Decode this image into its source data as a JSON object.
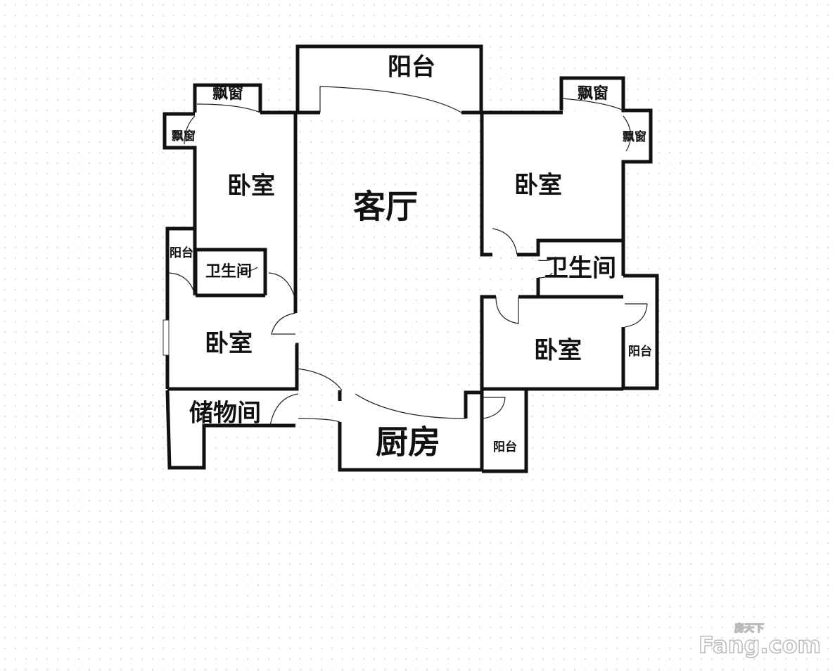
{
  "rooms": {
    "living_room": "客厅",
    "top_balcony": "阳台",
    "bedroom_top_left": "卧室",
    "bay_window_top_left": "飘窗",
    "bay_window_left": "飘窗",
    "balcony_left": "阳台",
    "bathroom_left": "卫生间",
    "bedroom_bottom_left": "卧室",
    "storage": "储物间",
    "kitchen": "厨房",
    "balcony_kitchen": "阳台",
    "bedroom_top_right": "卧室",
    "bay_window_top_right": "飘窗",
    "bay_window_right": "飘窗",
    "bathroom_right": "卫生间",
    "bedroom_bottom_right": "卧室",
    "balcony_right": "阳台"
  },
  "watermark": {
    "cn": "房天下",
    "en": "Fang.com"
  }
}
